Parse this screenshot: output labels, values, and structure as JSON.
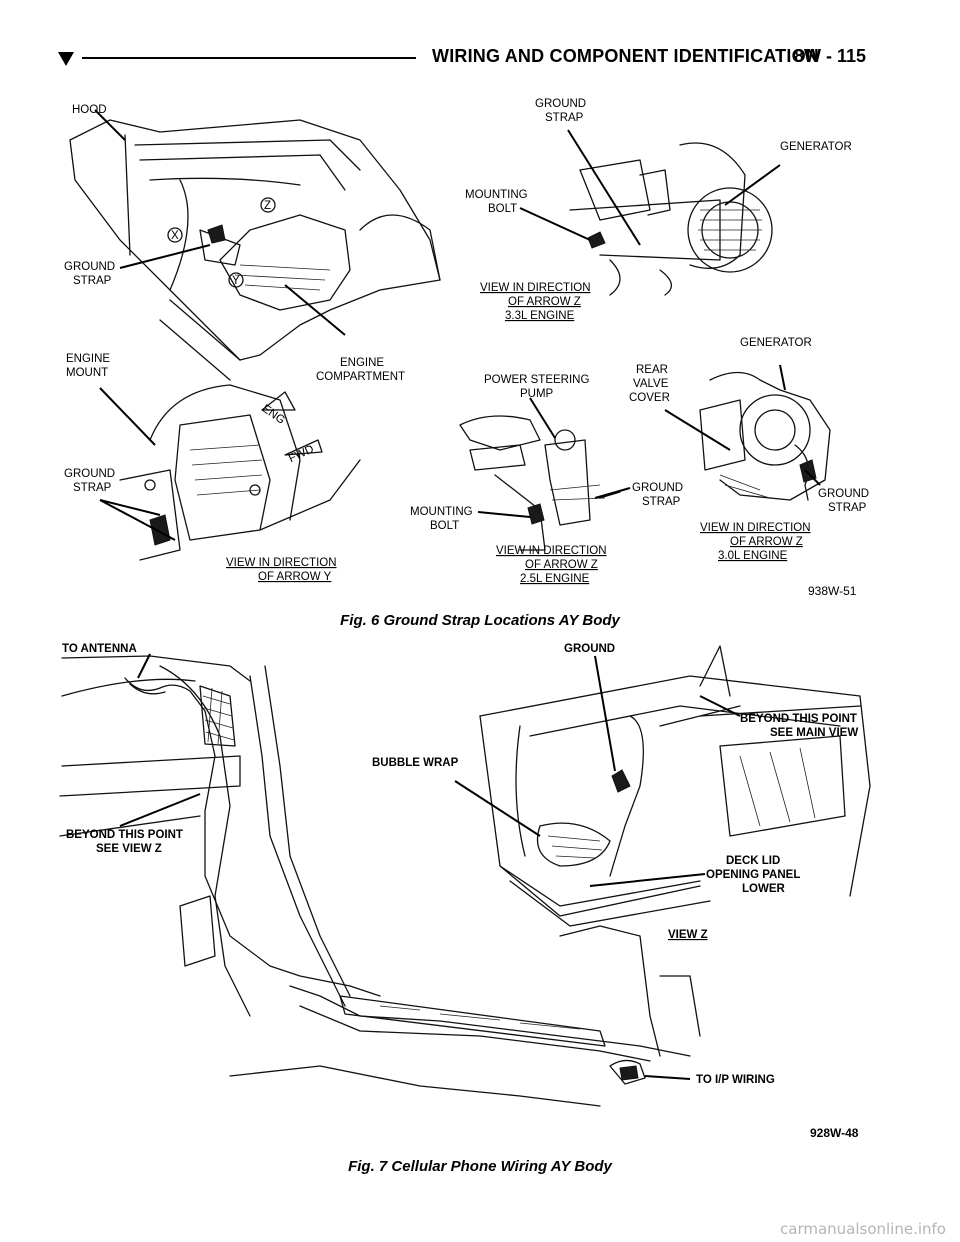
{
  "header": {
    "title": "WIRING AND COMPONENT IDENTIFICATION",
    "page": "8W - 115"
  },
  "figure6": {
    "caption": "Fig. 6 Ground Strap Locations AY Body",
    "code": "938W-51",
    "labels": {
      "hood": "HOOD",
      "ground_strap_top_1": "GROUND",
      "ground_strap_top_2": "STRAP",
      "generator_top": "GENERATOR",
      "mounting_bolt_top_1": "MOUNTING",
      "mounting_bolt_top_2": "BOLT",
      "ground_strap_left_1": "GROUND",
      "ground_strap_left_2": "STRAP",
      "view_33_1": "VIEW IN DIRECTION",
      "view_33_2": "OF ARROW Z",
      "view_33_3": "3.3L ENGINE",
      "engine_mount_1": "ENGINE",
      "engine_mount_2": "MOUNT",
      "engine_comp_1": "ENGINE",
      "engine_comp_2": "COMPARTMENT",
      "generator_right": "GENERATOR",
      "power_steering_1": "POWER STEERING",
      "power_steering_2": "PUMP",
      "rear_valve_1": "REAR",
      "rear_valve_2": "VALVE",
      "rear_valve_3": "COVER",
      "ground_strap_mid_1": "GROUND",
      "ground_strap_mid_2": "STRAP",
      "ground_strap_ps_1": "GROUND",
      "ground_strap_ps_2": "STRAP",
      "ground_strap_30_1": "GROUND",
      "ground_strap_30_2": "STRAP",
      "mounting_bolt_ps_1": "MOUNTING",
      "mounting_bolt_ps_2": "BOLT",
      "view_y_1": "VIEW IN DIRECTION",
      "view_y_2": "OF ARROW Y",
      "view_25_1": "VIEW IN DIRECTION",
      "view_25_2": "OF ARROW Z",
      "view_25_3": "2.5L ENGINE",
      "view_30_1": "VIEW IN DIRECTION",
      "view_30_2": "OF ARROW Z",
      "view_30_3": "3.0L ENGINE",
      "arrow_eng": "ENG",
      "arrow_fwd": "FWD",
      "marker_x": "X",
      "marker_y": "Y",
      "marker_z": "Z"
    }
  },
  "figure7": {
    "caption": "Fig. 7 Cellular Phone Wiring AY Body",
    "code": "928W-48",
    "labels": {
      "to_antenna": "TO ANTENNA",
      "ground": "GROUND",
      "beyond_main_1": "BEYOND THIS POINT",
      "beyond_main_2": "SEE MAIN  VIEW",
      "bubble_wrap": "BUBBLE WRAP",
      "beyond_z_1": "BEYOND THIS POINT",
      "beyond_z_2": "SEE VIEW Z",
      "deck_lid_1": "DECK LID",
      "deck_lid_2": "OPENING PANEL",
      "deck_lid_3": "LOWER",
      "view_z": "VIEW Z",
      "to_ip_wiring": "TO I/P WIRING"
    }
  },
  "watermark": "carmanualsonline.info"
}
